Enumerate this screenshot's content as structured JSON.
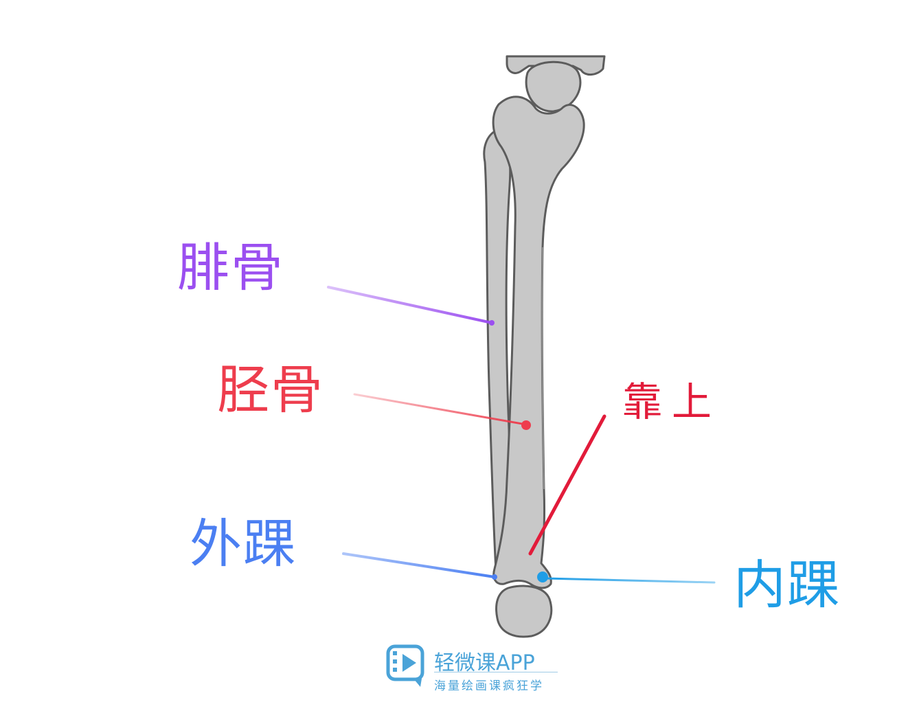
{
  "labels": {
    "fibula": "腓骨",
    "tibia": "胫骨",
    "lateral_malleolus": "外踝",
    "medial_malleolus": "内踝",
    "higher_note": "靠上"
  },
  "watermark": {
    "brand": "轻微课APP",
    "slogan": "海量绘画课疯狂学",
    "logo_icon": "play-film-icon"
  },
  "colors": {
    "fibula": "#9b4ff0",
    "tibia": "#ee3d4d",
    "lateral_malleolus": "#4b7ff2",
    "medial_malleolus": "#1f9de6",
    "higher_note": "#e21b3a",
    "bone_fill": "#c8c8c8",
    "bone_outline": "#5c5c5c"
  }
}
